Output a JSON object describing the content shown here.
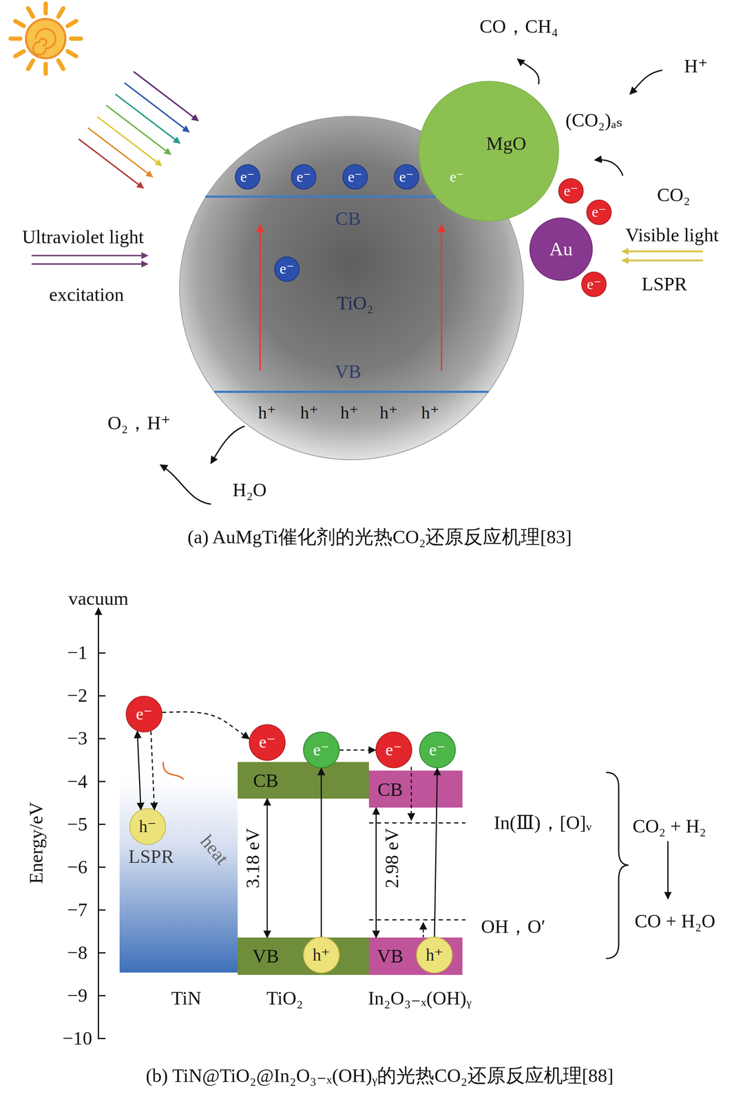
{
  "diagram": {
    "nodes": [
      {
        "text": [
          "TiO₂"
        ]
      },
      {
        "text": [
          "e⁻"
        ],
        "in": 0
      },
      {
        "text": [
          "e⁻"
        ],
        "in": 0
      },
      {
        "text": [
          "e⁻"
        ],
        "in": 0
      },
      {
        "text": [
          "e⁻"
        ],
        "in": 0
      },
      {
        "text": [
          "e⁻"
        ],
        "in": 0
      },
      {
        "text": [
          "e⁻"
        ],
        "in": 0
      },
      {
        "text": [
          "MgO"
        ]
      },
      {
        "text": [
          "Au"
        ]
      },
      {
        "text": [
          "e⁻"
        ]
      },
      {
        "text": [
          "e⁻"
        ]
      },
      {
        "text": [
          "e⁻"
        ]
      },
      {
        "text": [
          "LSPR",
          "TiN"
        ]
      },
      {
        "text": [
          "e⁻"
        ]
      },
      {
        "text": [
          "h⁻"
        ],
        "in": 12
      },
      {
        "text": [
          "CB"
        ]
      },
      {
        "text": [
          "VB"
        ]
      },
      {
        "text": [
          "e⁻"
        ]
      },
      {
        "text": [
          "e⁻"
        ]
      },
      {
        "text": [
          "h⁺"
        ],
        "in": 16
      },
      {
        "text": [
          "CB"
        ]
      },
      {
        "text": [
          "VB"
        ]
      },
      {
        "text": [
          "e⁻"
        ]
      },
      {
        "text": [
          "e⁻"
        ]
      },
      {
        "text": [
          "h⁺"
        ],
        "in": 21
      }
    ],
    "edges": [
      {
        "from": 14,
        "to": 13,
        "arrow": "both"
      },
      {
        "from": 13,
        "to": 14,
        "arrow": "to"
      },
      {
        "from": 13,
        "to": 17,
        "arrow": "to"
      },
      {
        "from": 18,
        "to": 22,
        "arrow": "to"
      },
      {
        "from": 19,
        "to": 18,
        "arrow": "to"
      },
      {
        "from": 24,
        "to": 23,
        "arrow": "to"
      },
      {
        "from": 15,
        "to": 16,
        "label": "3.18 eV",
        "arrow": "both"
      },
      {
        "from": 20,
        "to": 21,
        "label": "2.98 eV",
        "arrow": "both"
      }
    ],
    "labels": [
      "CO，CH₄",
      "H⁺",
      "(CO₂)ₐₛ",
      "CO₂",
      "Visible light",
      "LSPR",
      "Ultraviolet light",
      "excitation",
      "CB",
      "VB",
      "h⁺",
      "h⁺",
      "h⁺",
      "h⁺",
      "h⁺",
      "O₂，H⁺",
      "H₂O",
      "(a) AuMgTi催化剂的光热CO₂还原反应机理[83]",
      "vacuum",
      "−1",
      "−2",
      "−3",
      "−4",
      "−5",
      "−6",
      "−7",
      "−8",
      "−9",
      "−10",
      "Energy/eV",
      "heat",
      "In(Ⅲ)，[O]ᵥ",
      "OH，O′",
      "CO₂ + H₂",
      "CO + H₂O",
      "TiO₂",
      "In₂O₃₋ₓ(OH)ᵧ",
      "(b) TiN@TiO₂@In₂O₃₋ₓ(OH)ᵧ的光热CO₂还原反应机理[88]"
    ]
  }
}
